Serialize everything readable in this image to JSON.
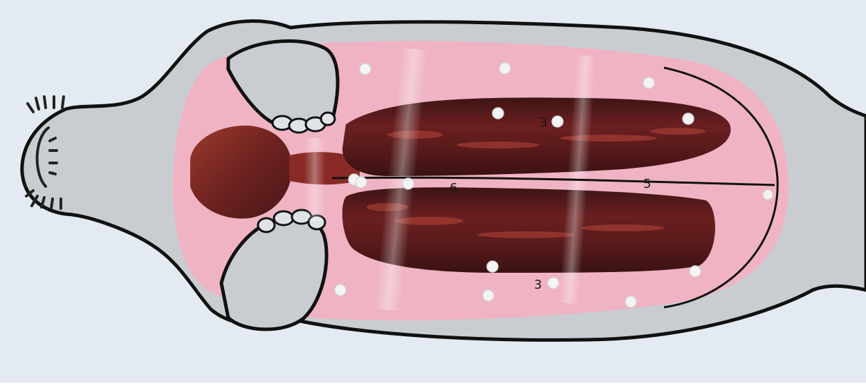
{
  "image": {
    "labels": [
      {
        "name": "label-3-upper",
        "text": "3"
      },
      {
        "name": "label-6-center",
        "text": "6"
      },
      {
        "name": "label-5-right",
        "text": "5"
      },
      {
        "name": "label-3-lower",
        "text": "3"
      }
    ],
    "colors": {
      "background": "#dfe7ee",
      "body_fill": "#c9cdd1",
      "body_outline": "#111111",
      "pink_mat": "#efb3c3",
      "tissue_dark": "#4a1718",
      "tissue_mid": "#7a2324",
      "tissue_light": "#a63a33",
      "pin": "#f4f4f4"
    }
  }
}
